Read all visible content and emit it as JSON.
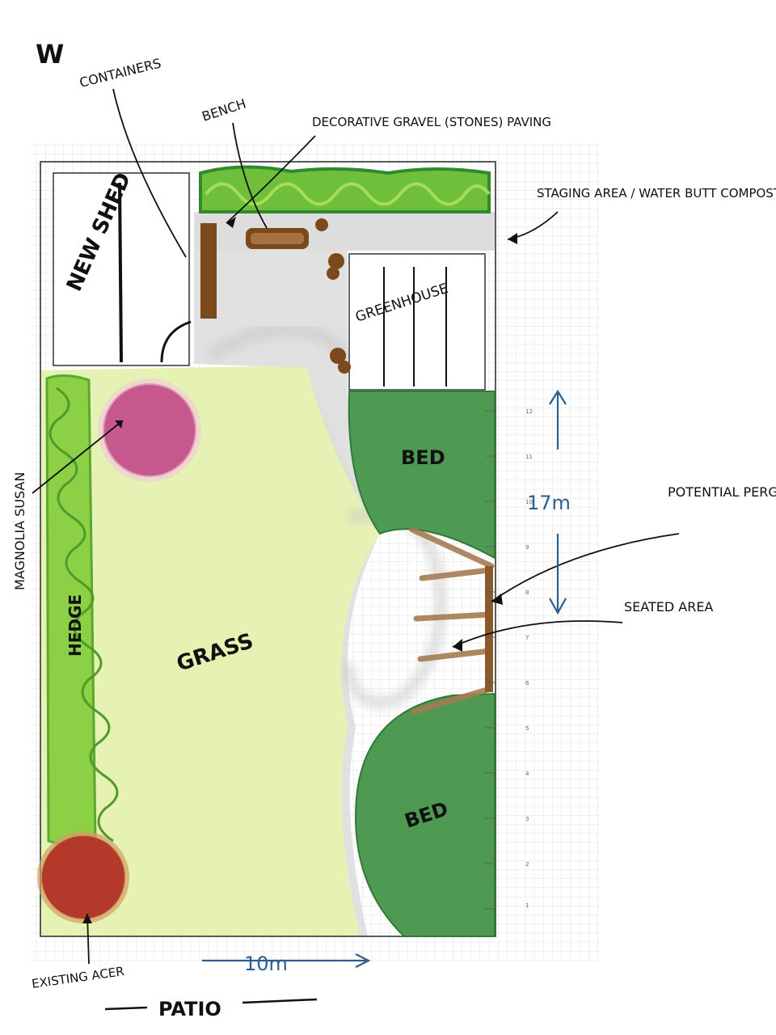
{
  "compass": "W",
  "labels": {
    "containers": "CONTAINERS",
    "bench": "BENCH",
    "decorative_gravel": "DECORATIVE GRAVEL (STONES) PAVING",
    "staging_area": "STAGING AREA / WATER BUTT COMPOSTER",
    "new_shed": "NEW SHED",
    "greenhouse": "GREENHOUSE",
    "bed_top": "BED",
    "bed_bottom": "BED",
    "grass": "GRASS",
    "hedge": "HEDGE",
    "magnolia": "MAGNOLIA SUSAN",
    "potential_pergola": "POTENTIAL PERGOLA",
    "seated_area": "SEATED AREA",
    "existing_acer": "EXISTING ACER",
    "patio": "PATIO"
  },
  "dimensions": {
    "length": "17m",
    "width": "10m"
  },
  "scale_ticks": [
    "12",
    "11",
    "10",
    "9",
    "8",
    "7",
    "6",
    "5",
    "4",
    "3",
    "2",
    "1"
  ],
  "colors": {
    "grass": "#e6f2b3",
    "bed": "#4f9a52",
    "path": "#dedede",
    "hedge": "#7cc242",
    "magnolia": "#c2478a",
    "acer": "#b33a2a",
    "wood": "#7a4a1c",
    "pergola": "#a67c52",
    "ink_blue": "#2b5f8f"
  }
}
